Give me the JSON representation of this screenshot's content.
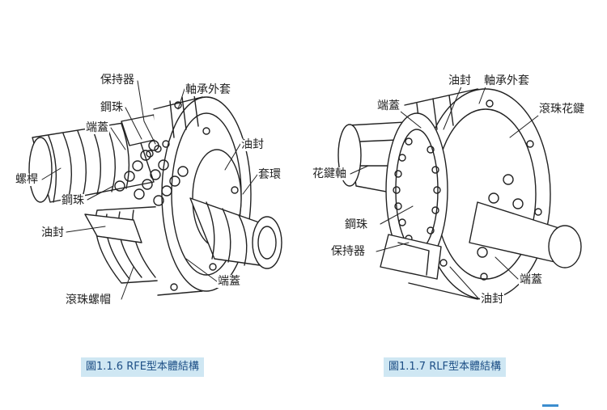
{
  "left_figure": {
    "labels": {
      "retainer": "保持器",
      "bearing_outer": "軸承外套",
      "ball_top": "鋼珠",
      "end_cap_top": "端蓋",
      "oil_seal_right": "油封",
      "collar": "套環",
      "screw_shaft": "螺桿",
      "ball_left": "鋼珠",
      "oil_seal_left": "油封",
      "end_cap_bottom": "端蓋",
      "ball_nut": "滾珠螺帽"
    },
    "caption": "圖1.1.6 RFE型本體結構"
  },
  "right_figure": {
    "labels": {
      "oil_seal_top": "油封",
      "bearing_outer": "軸承外套",
      "end_cap_top": "端蓋",
      "ball_spline": "滾珠花鍵",
      "spline_shaft": "花鍵軸",
      "ball": "鋼珠",
      "retainer": "保持器",
      "end_cap_bottom": "端蓋",
      "oil_seal_bottom": "油封"
    },
    "caption": "圖1.1.7 RLF型本體結構"
  },
  "colors": {
    "caption_bg": "#cfe7f3",
    "caption_text": "#1d4f86",
    "line": "#222222",
    "accent": "#3c8dcf"
  }
}
